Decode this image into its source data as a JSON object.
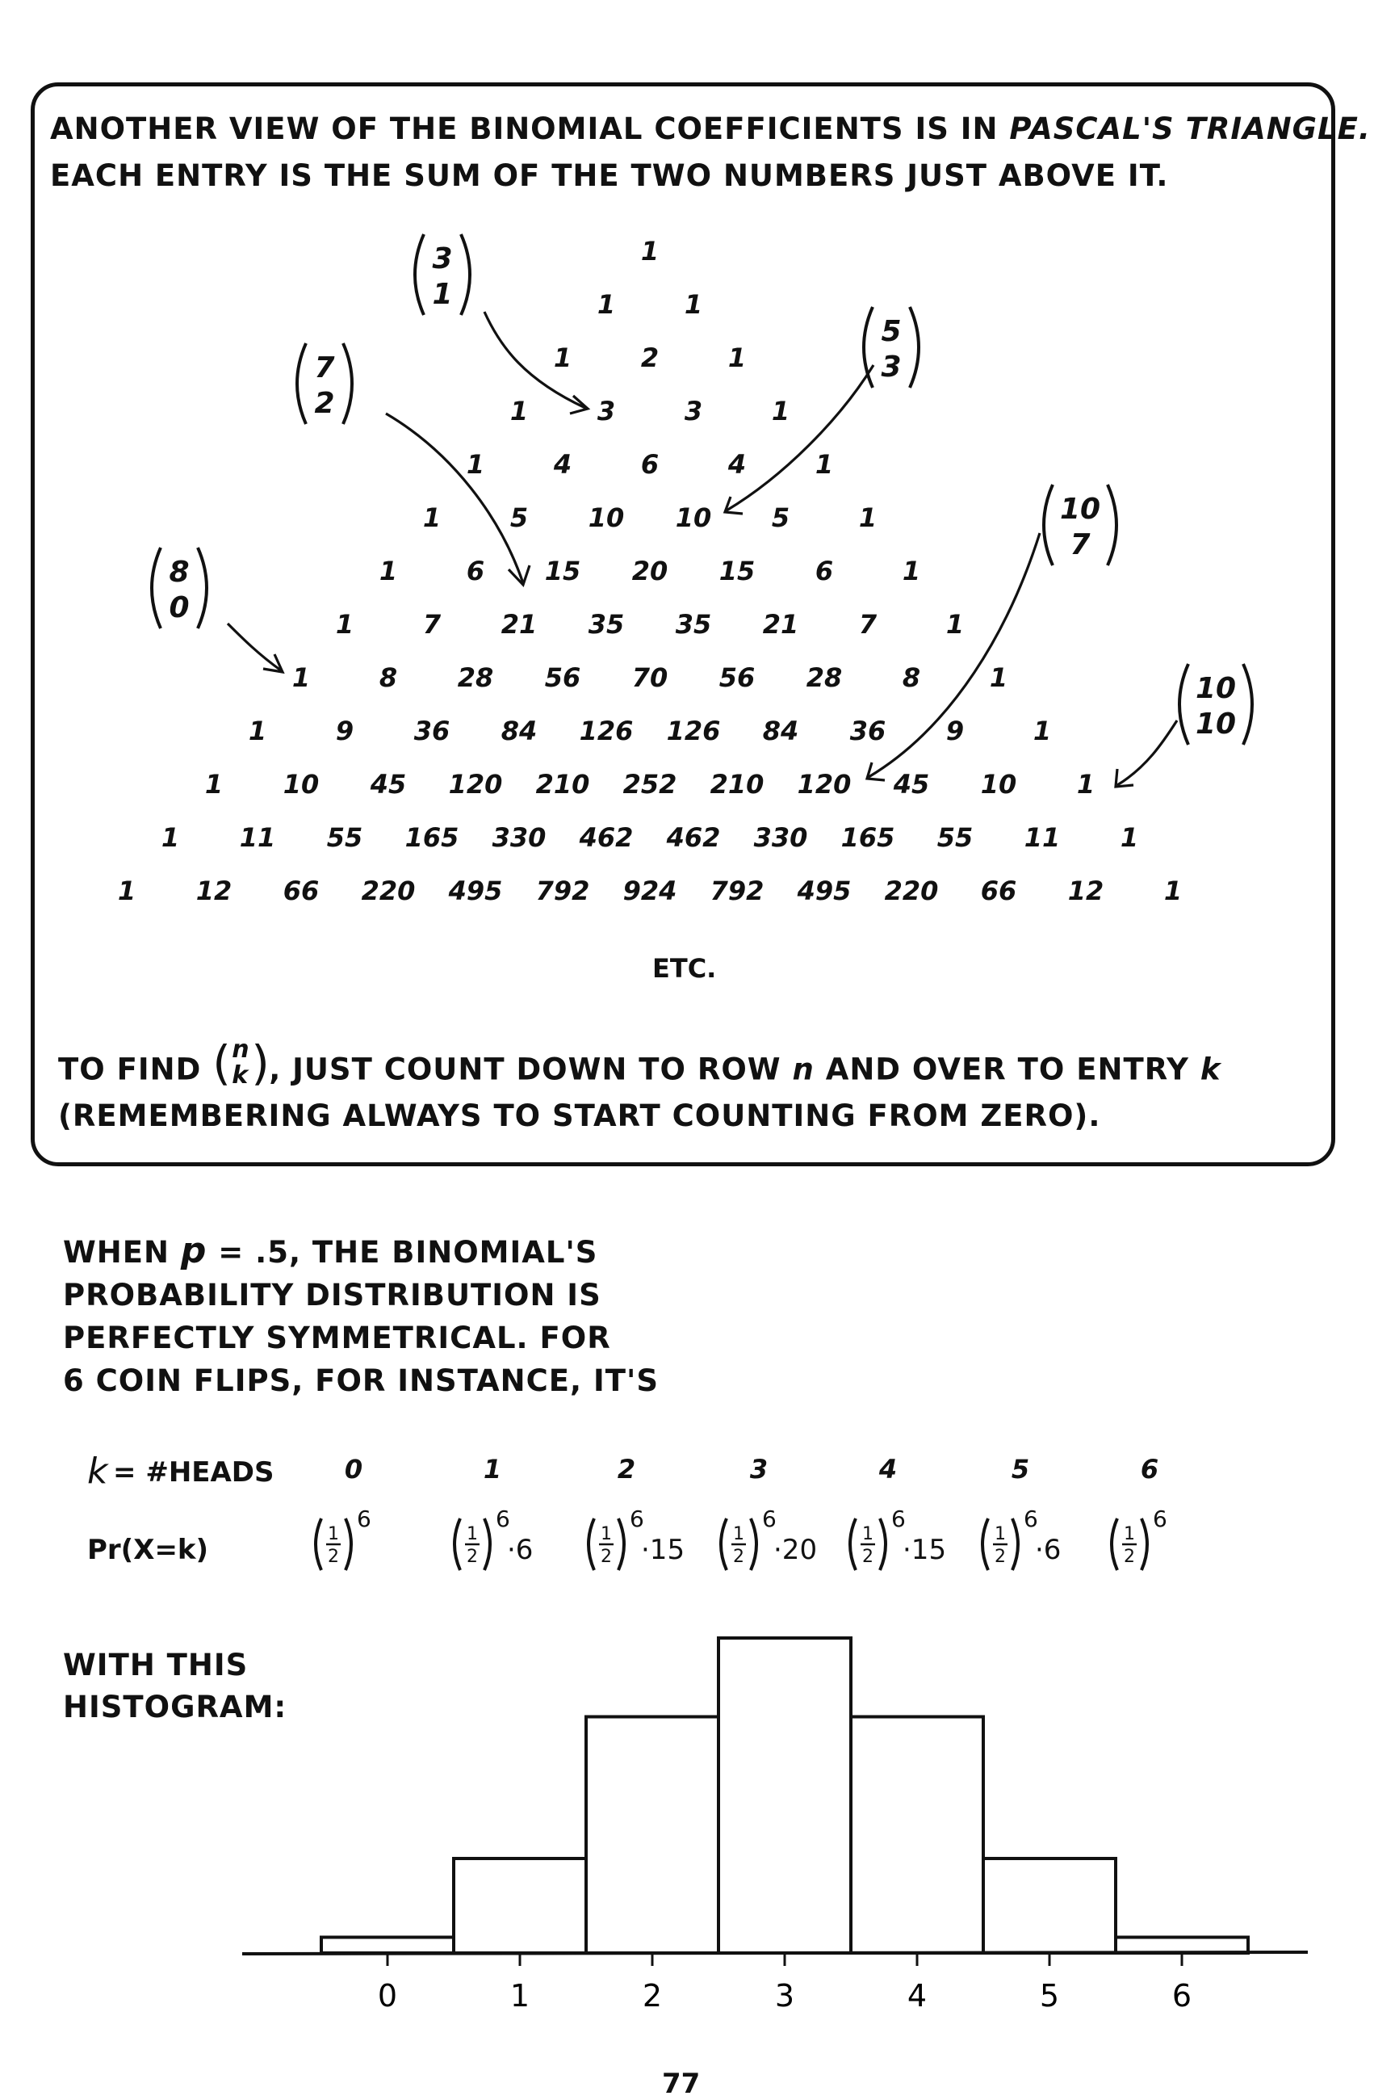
{
  "box": {
    "intro_line1_a": "ANOTHER VIEW OF THE BINOMIAL COEFFICIENTS IS IN ",
    "intro_line1_b": "PASCAL'S TRIANGLE.",
    "intro_line2": "EACH ENTRY IS THE SUM OF THE TWO NUMBERS JUST ABOVE IT.",
    "triangle_rows": [
      [
        "1"
      ],
      [
        "1",
        "1"
      ],
      [
        "1",
        "2",
        "1"
      ],
      [
        "1",
        "3",
        "3",
        "1"
      ],
      [
        "1",
        "4",
        "6",
        "4",
        "1"
      ],
      [
        "1",
        "5",
        "10",
        "10",
        "5",
        "1"
      ],
      [
        "1",
        "6",
        "15",
        "20",
        "15",
        "6",
        "1"
      ],
      [
        "1",
        "7",
        "21",
        "35",
        "35",
        "21",
        "7",
        "1"
      ],
      [
        "1",
        "8",
        "28",
        "56",
        "70",
        "56",
        "28",
        "8",
        "1"
      ],
      [
        "1",
        "9",
        "36",
        "84",
        "126",
        "126",
        "84",
        "36",
        "9",
        "1"
      ],
      [
        "1",
        "10",
        "45",
        "120",
        "210",
        "252",
        "210",
        "120",
        "45",
        "10",
        "1"
      ],
      [
        "1",
        "11",
        "55",
        "165",
        "330",
        "462",
        "462",
        "330",
        "165",
        "55",
        "11",
        "1"
      ],
      [
        "1",
        "12",
        "66",
        "220",
        "495",
        "792",
        "924",
        "792",
        "495",
        "220",
        "66",
        "12",
        "1"
      ]
    ],
    "etc": "ETC.",
    "annotations": [
      {
        "top": "3",
        "bottom": "1"
      },
      {
        "top": "7",
        "bottom": "2"
      },
      {
        "top": "5",
        "bottom": "3"
      },
      {
        "top": "8",
        "bottom": "0"
      },
      {
        "top": "10",
        "bottom": "7"
      },
      {
        "top": "10",
        "bottom": "10"
      }
    ],
    "find_a": "TO FIND ",
    "find_n": "n",
    "find_k": "k",
    "find_b": ", JUST COUNT DOWN TO ROW ",
    "find_c": " AND OVER TO ENTRY ",
    "find_line2": "(REMEMBERING ALWAYS TO START COUNTING FROM ZERO)."
  },
  "section2": {
    "line1_a": "WHEN ",
    "line1_p": "p",
    "line1_b": " = .5, THE BINOMIAL'S",
    "line2": "PROBABILITY DISTRIBUTION IS",
    "line3": "PERFECTLY SYMMETRICAL. FOR",
    "line4": "6 COIN FLIPS, FOR INSTANCE, IT'S"
  },
  "table": {
    "row1_k": "k",
    "row1_label": " = #HEADS",
    "row2_label": "Pr(X=k)",
    "half_num": "1",
    "half_den": "2",
    "power": "6",
    "columns": [
      {
        "k": "0",
        "factor": ""
      },
      {
        "k": "1",
        "factor": "6"
      },
      {
        "k": "2",
        "factor": "15"
      },
      {
        "k": "3",
        "factor": "20"
      },
      {
        "k": "4",
        "factor": "15"
      },
      {
        "k": "5",
        "factor": "6"
      },
      {
        "k": "6",
        "factor": ""
      }
    ]
  },
  "histogram_label_line1": "WITH THIS",
  "histogram_label_line2": "HISTOGRAM:",
  "chart_data": {
    "type": "bar",
    "categories": [
      "0",
      "1",
      "2",
      "3",
      "4",
      "5",
      "6"
    ],
    "values": [
      1,
      6,
      15,
      20,
      15,
      6,
      1
    ],
    "title": "",
    "xlabel": "",
    "ylabel": "",
    "ylim": [
      0,
      20
    ],
    "grid": false
  },
  "page_number": "77"
}
